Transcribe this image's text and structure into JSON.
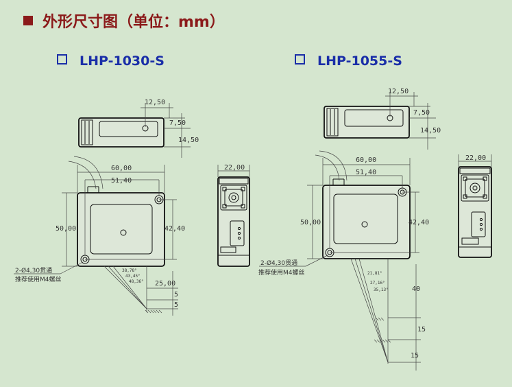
{
  "title": "外形尺寸图（单位：mm）",
  "models": [
    {
      "name": "LHP-1030-S",
      "dims": {
        "top_w": "12,50",
        "top_h1": "7,50",
        "top_h2": "14,50",
        "width": "60,00",
        "inner_w": "51,40",
        "height": "50,00",
        "inner_h": "42,40",
        "side_w": "22,00",
        "angle1": "38,78°",
        "angle2": "43,45°",
        "angle3": "48,36°",
        "dist1": "25,00",
        "dist2": "5",
        "dist3": "5"
      },
      "hole_note_1": "2-Ø4,30贯通",
      "hole_note_2": "推荐使用M4螺丝"
    },
    {
      "name": "LHP-1055-S",
      "dims": {
        "top_w": "12,50",
        "top_h1": "7,50",
        "top_h2": "14,50",
        "width": "60,00",
        "inner_w": "51,40",
        "height": "50,00",
        "inner_h": "42,40",
        "side_w": "22,00",
        "angle1": "21,81°",
        "angle2": "27,16°",
        "angle3": "35,13°",
        "dist1": "40",
        "dist2": "15",
        "dist3": "15"
      },
      "hole_note_1": "2-Ø4,30贯通",
      "hole_note_2": "推荐使用M4螺丝"
    }
  ]
}
